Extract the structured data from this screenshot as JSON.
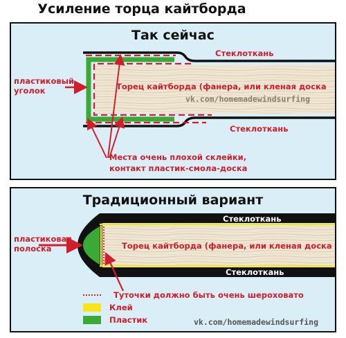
{
  "title": "Усиление торца кайтборда",
  "top_panel": {
    "title": "Так сейчас",
    "label_glass_top": "Стеклоткань",
    "label_glass_bottom": "Стеклоткань",
    "label_plastic_corner": "пластиковый\nуголок",
    "label_board": "Торец кайтборда  (фанера, или кленая доска",
    "watermark": "vk.com/homemadewindsurfing",
    "label_bad_bond_line1": "Места очень плохой склейки,",
    "label_bad_bond_line2": "контакт пластик-смола-доска"
  },
  "bottom_panel": {
    "title": "Традиционный вариант",
    "label_glass_top": "Стеклоткань",
    "label_glass_bottom": "Стеклоткань",
    "label_plastic_strip": "пластиковая\nполоска",
    "label_board": "Торец кайтборда  (фанера, или кленая доска",
    "legend": [
      {
        "key": "dotted",
        "label": "Туточки должно быть очень шероховато"
      },
      {
        "key": "glue",
        "label": "Клей",
        "color": "#f5e61c"
      },
      {
        "key": "plastic",
        "label": "Пластик",
        "color": "#3aa935"
      }
    ],
    "watermark": "vk.com/homemadewindsurfing"
  },
  "colors": {
    "background": "#daeef8",
    "accent_red": "#d01e2a",
    "plastic_green": "#3aa935",
    "glue_yellow": "#f5e61c",
    "glass_black": "#111111",
    "wood": "#efe6d3"
  }
}
